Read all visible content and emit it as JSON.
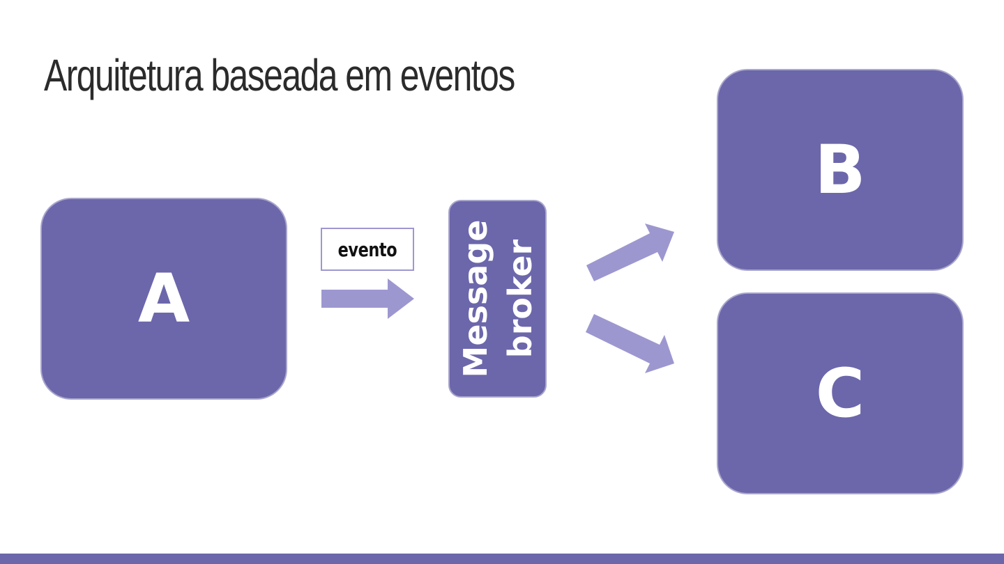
{
  "slide": {
    "title": "Arquitetura baseada em eventos"
  },
  "diagram": {
    "producer": {
      "label": "A"
    },
    "event_label": "evento",
    "broker": {
      "line1": "Message",
      "line2": "broker"
    },
    "consumers": [
      {
        "label": "B"
      },
      {
        "label": "C"
      }
    ]
  },
  "colors": {
    "box_fill": "#6c67ab",
    "box_border": "#a9a6cc",
    "arrow": "#9d97d0",
    "title_text": "#2b2b2b",
    "accent_bar": "#6c67ab"
  }
}
